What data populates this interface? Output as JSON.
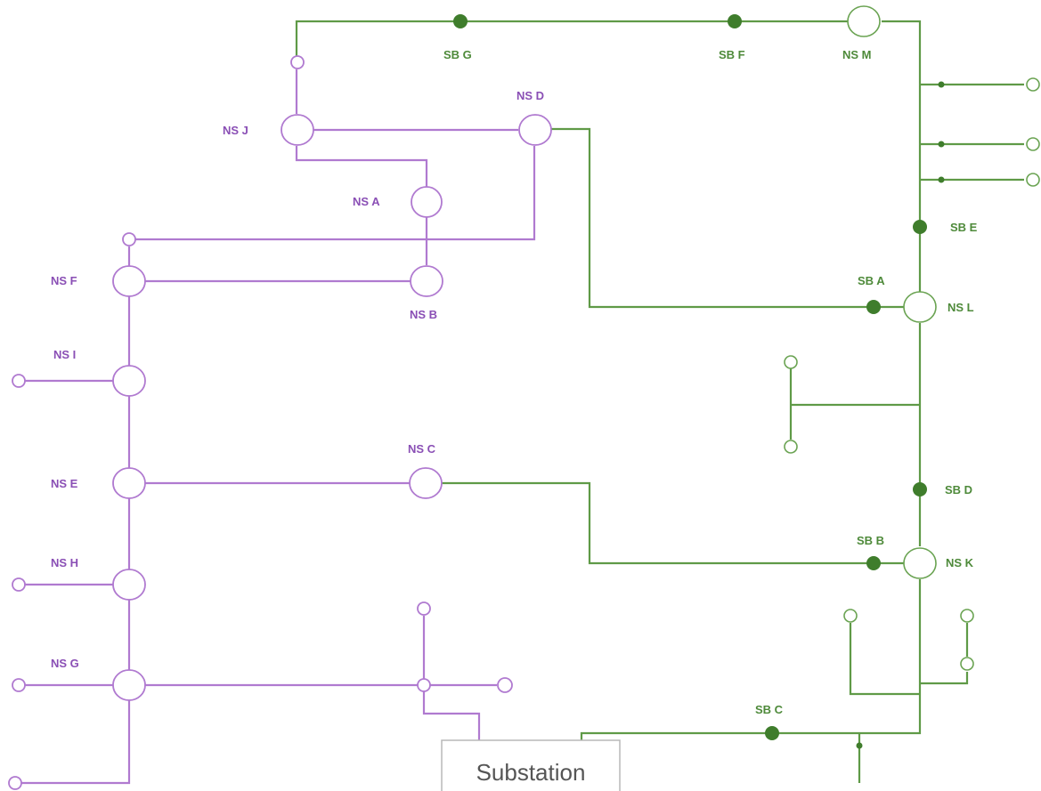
{
  "diagram": {
    "network_switches": [
      {
        "id": "J",
        "label": "NS J"
      },
      {
        "id": "D",
        "label": "NS D"
      },
      {
        "id": "A",
        "label": "NS A"
      },
      {
        "id": "B",
        "label": "NS B"
      },
      {
        "id": "F",
        "label": "NS F"
      },
      {
        "id": "I",
        "label": "NS I"
      },
      {
        "id": "E",
        "label": "NS E"
      },
      {
        "id": "C",
        "label": "NS C"
      },
      {
        "id": "H",
        "label": "NS H"
      },
      {
        "id": "G",
        "label": "NS G"
      },
      {
        "id": "M",
        "label": "NS M"
      },
      {
        "id": "L",
        "label": "NS L"
      },
      {
        "id": "K",
        "label": "NS K"
      }
    ],
    "sectionalizers": [
      {
        "id": "G",
        "label": "SB G"
      },
      {
        "id": "F",
        "label": "SB F"
      },
      {
        "id": "E",
        "label": "SB E"
      },
      {
        "id": "A",
        "label": "SB A"
      },
      {
        "id": "D",
        "label": "SB D"
      },
      {
        "id": "B",
        "label": "SB B"
      },
      {
        "id": "C",
        "label": "SB C"
      }
    ],
    "substation_label": "Substation",
    "colors": {
      "feeder_purple": "#b07ad0",
      "feeder_green": "#5f9a47",
      "label_purple": "#8a4fb5",
      "label_green": "#4e8a3a"
    }
  }
}
